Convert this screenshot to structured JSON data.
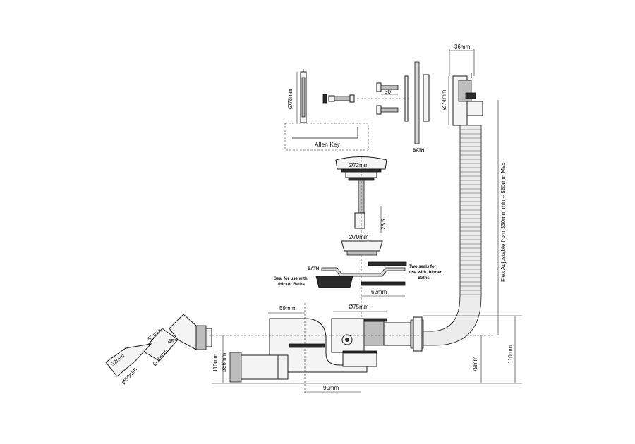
{
  "labels": {
    "dia78": "Ø78mm",
    "dia74": "Ø74mm",
    "w36": "36mm",
    "d30": "30",
    "bath_top": "BATH",
    "allen_key": "Allen Key",
    "dia72": "Ø72mm",
    "h285": "28.5",
    "dia70": "Ø70mm",
    "bath_mid": "BATH",
    "two_seals_1": "Two seals for",
    "two_seals_2": "use with thinner",
    "two_seals_3": "Baths",
    "seal_thick_1": "Seal for use with",
    "seal_thick_2": "thicker Baths",
    "w62": "62mm",
    "dia75": "Ø75mm",
    "w59": "59mm",
    "w52a": "52mm",
    "w52b": "52mm",
    "dia40": "Ø40mm",
    "dia50": "Ø50mm",
    "ang45": "45°",
    "h110a": "110mm",
    "dia86": "ø86mm",
    "w90": "90mm",
    "h79": "79mm",
    "h110b": "110mm",
    "flex": "Flex Adjustable from 330mm min – 580mm Max"
  }
}
